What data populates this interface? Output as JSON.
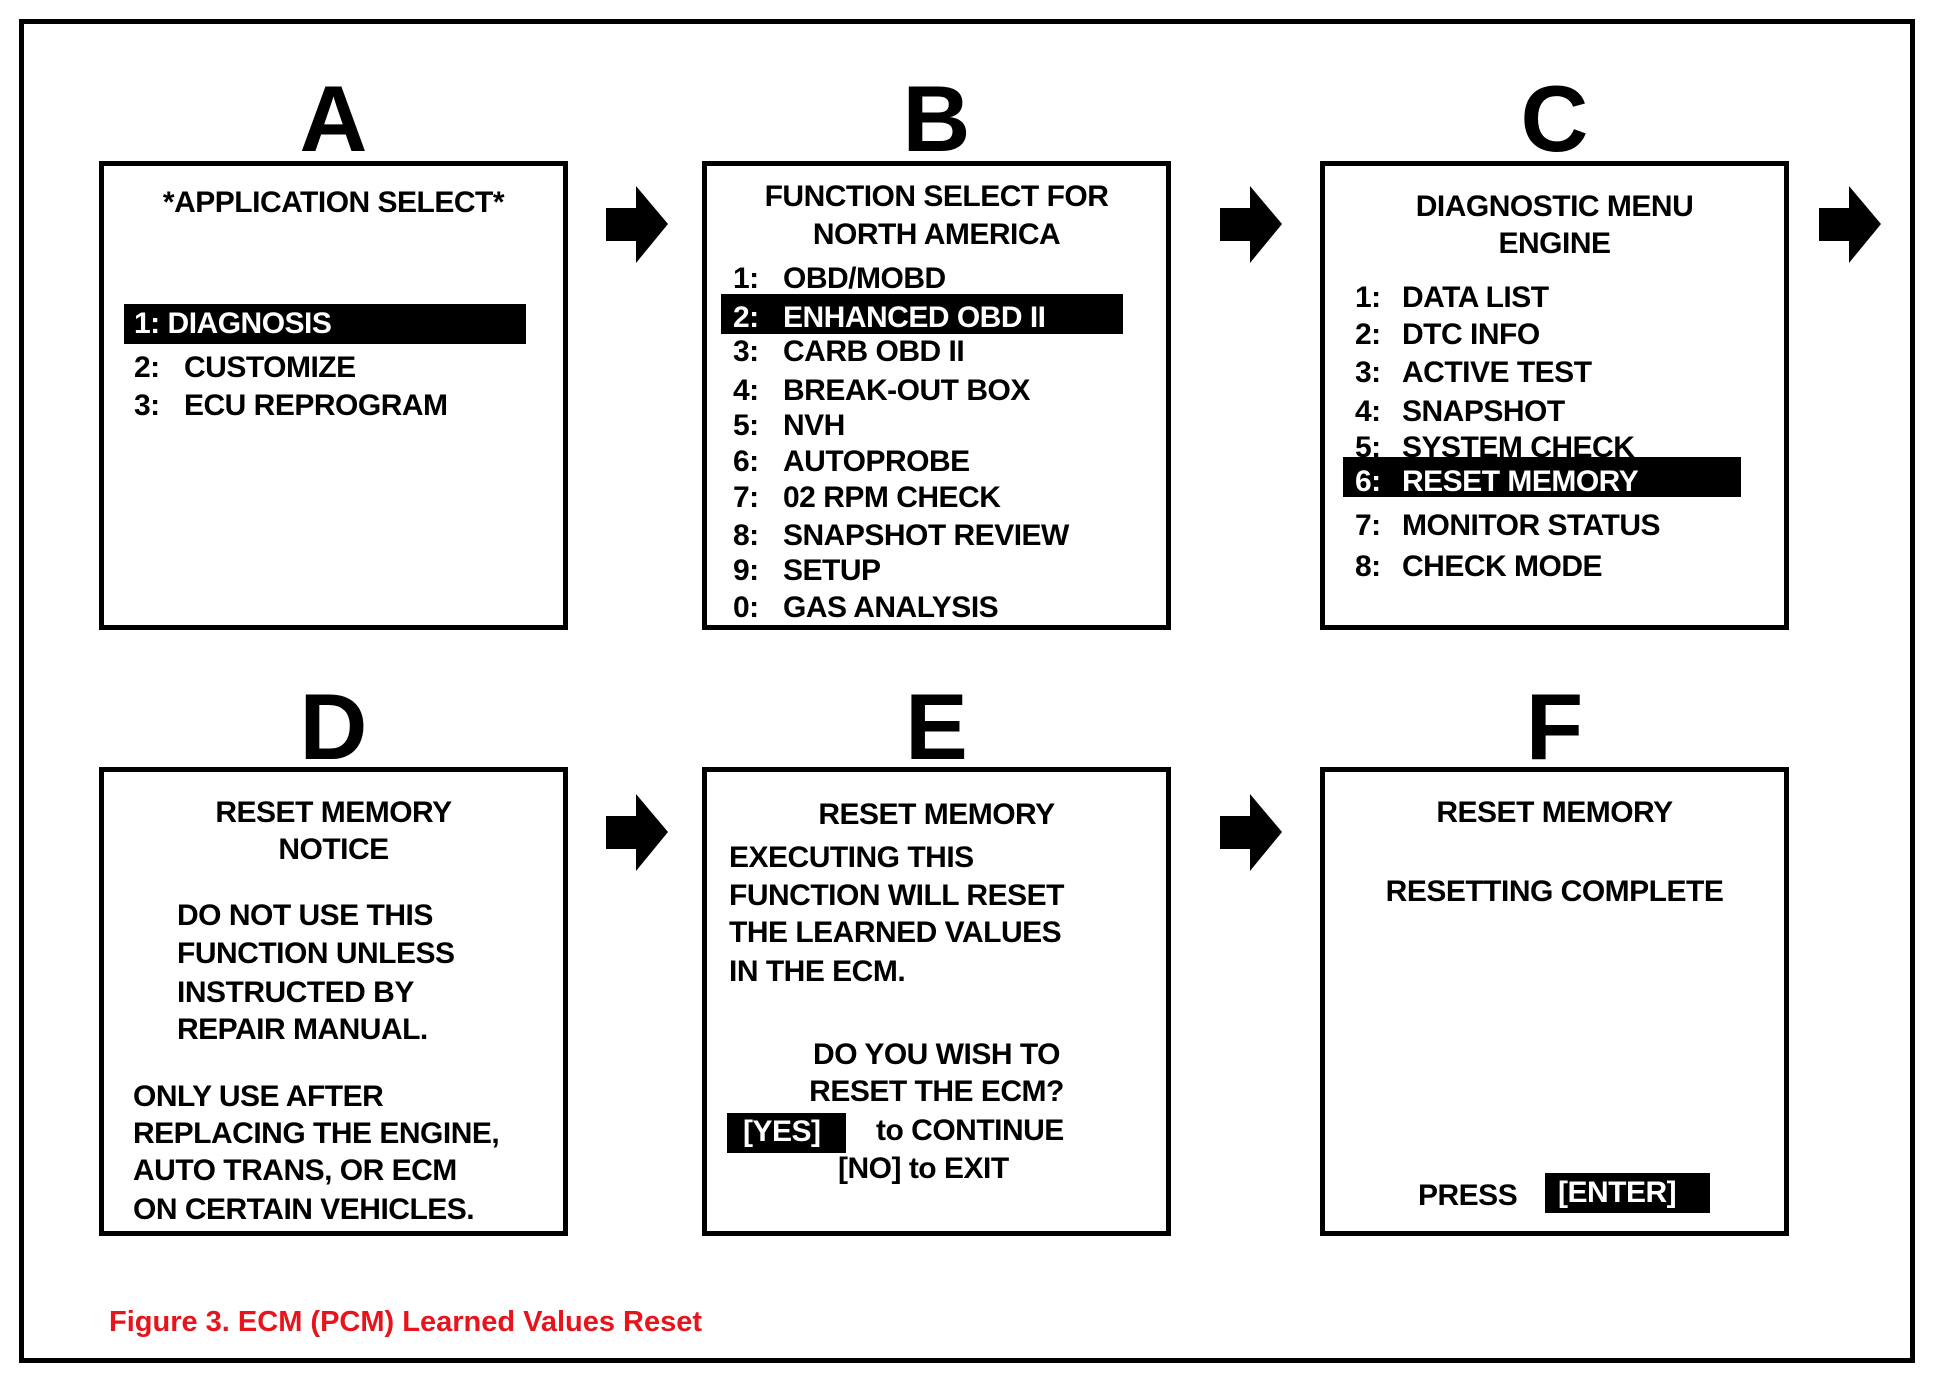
{
  "panels": {
    "a": {
      "letter": "A",
      "title": "*APPLICATION SELECT*",
      "items": [
        {
          "num": "1:",
          "label": "DIAGNOSIS"
        },
        {
          "num": "2:",
          "label": "CUSTOMIZE"
        },
        {
          "num": "3:",
          "label": "ECU REPROGRAM"
        }
      ],
      "selected_index": 0
    },
    "b": {
      "letter": "B",
      "title_lines": [
        "FUNCTION SELECT FOR",
        "NORTH AMERICA"
      ],
      "items": [
        {
          "num": "1:",
          "label": "OBD/MOBD"
        },
        {
          "num": "2:",
          "label": "ENHANCED OBD II"
        },
        {
          "num": "3:",
          "label": "CARB OBD II"
        },
        {
          "num": "4:",
          "label": "BREAK-OUT BOX"
        },
        {
          "num": "5:",
          "label": "NVH"
        },
        {
          "num": "6:",
          "label": "AUTOPROBE"
        },
        {
          "num": "7:",
          "label": "02 RPM CHECK"
        },
        {
          "num": "8:",
          "label": "SNAPSHOT REVIEW"
        },
        {
          "num": "9:",
          "label": "SETUP"
        },
        {
          "num": "0:",
          "label": "GAS ANALYSIS"
        }
      ],
      "selected_index": 1
    },
    "c": {
      "letter": "C",
      "title_lines": [
        "DIAGNOSTIC MENU",
        "ENGINE"
      ],
      "items": [
        {
          "num": "1:",
          "label": "DATA LIST"
        },
        {
          "num": "2:",
          "label": "DTC INFO"
        },
        {
          "num": "3:",
          "label": "ACTIVE TEST"
        },
        {
          "num": "4:",
          "label": "SNAPSHOT"
        },
        {
          "num": "5:",
          "label": "SYSTEM CHECK"
        },
        {
          "num": "6:",
          "label": "RESET MEMORY"
        },
        {
          "num": "7:",
          "label": "MONITOR STATUS"
        },
        {
          "num": "8:",
          "label": "CHECK MODE"
        }
      ],
      "selected_index": 5
    },
    "d": {
      "letter": "D",
      "title_lines": [
        "RESET MEMORY",
        "NOTICE"
      ],
      "para1": [
        "DO NOT USE THIS",
        "FUNCTION UNLESS",
        "INSTRUCTED BY",
        "REPAIR MANUAL."
      ],
      "para2": [
        "ONLY USE AFTER",
        "REPLACING THE ENGINE,",
        "AUTO TRANS, OR ECM",
        "ON CERTAIN VEHICLES."
      ]
    },
    "e": {
      "letter": "E",
      "title": "RESET MEMORY",
      "para1": [
        "EXECUTING THIS",
        "FUNCTION WILL RESET",
        "THE LEARNED VALUES",
        "IN THE ECM."
      ],
      "question": [
        "DO YOU WISH TO",
        "RESET THE ECM?"
      ],
      "yes_key": "[YES]",
      "yes_text": "to CONTINUE",
      "no_text": "[NO] to EXIT"
    },
    "f": {
      "letter": "F",
      "title": "RESET MEMORY",
      "status": "RESETTING COMPLETE",
      "press": "PRESS",
      "enter_key": "[ENTER]"
    }
  },
  "caption": "Figure 3. ECM (PCM) Learned Values Reset",
  "colors": {
    "caption": "#e8141c",
    "highlight": "#000000"
  },
  "icons": {
    "arrow": "right-block-arrow-icon"
  }
}
